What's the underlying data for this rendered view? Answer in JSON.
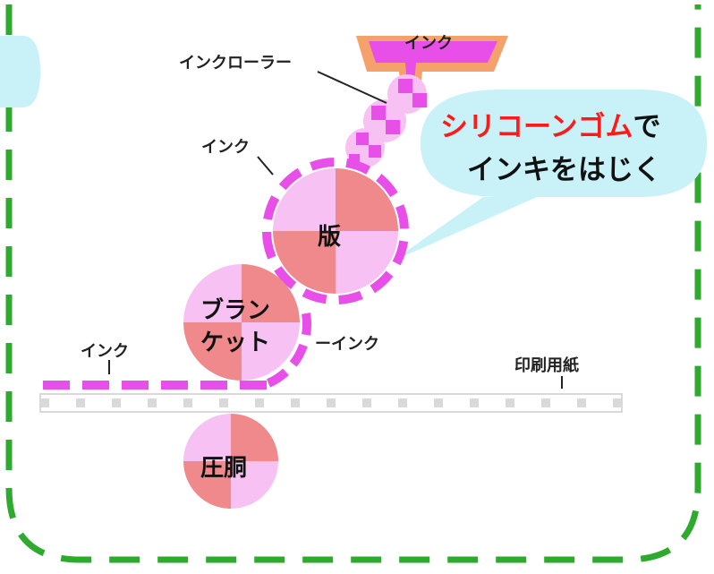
{
  "colors": {
    "frame": "#2eaa2e",
    "ink": "#e84ee8",
    "roller_dark": "#f0898c",
    "roller_light": "#f7c2f3",
    "callout_bg": "#c8f1f8",
    "tray": "#f5a16c",
    "paper": "#d9d9d9",
    "highlight_red": "#ff1a1a"
  },
  "labels": {
    "ink_tray": "インク",
    "ink_roller": "インクローラー",
    "ink_plate": "インク",
    "ink_blanket": "ーインク",
    "ink_paper": "インク",
    "paper": "印刷用紙"
  },
  "rollers": {
    "plate": "版",
    "blanket_line1": "ブラン",
    "blanket_line2": "ケット",
    "impression": "圧胴"
  },
  "callout": {
    "highlight": "シリコーンゴム",
    "suffix": "で",
    "line2": "インキをはじく"
  }
}
